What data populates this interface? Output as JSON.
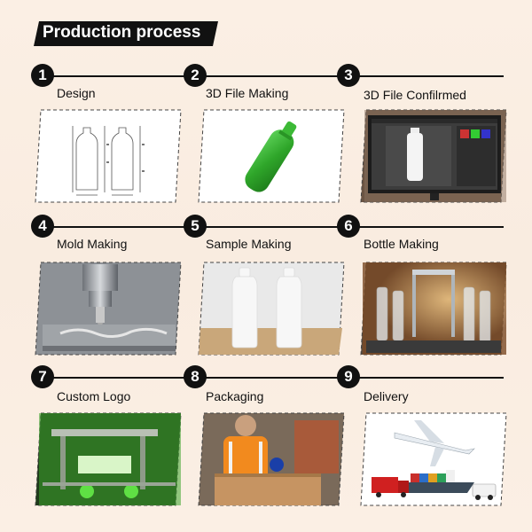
{
  "title": "Production process",
  "steps": [
    {
      "number": "1",
      "label": "Design"
    },
    {
      "number": "2",
      "label": "3D File Making"
    },
    {
      "number": "3",
      "label": "3D File Confilrmed"
    },
    {
      "number": "4",
      "label": "Mold Making"
    },
    {
      "number": "5",
      "label": "Sample Making"
    },
    {
      "number": "6",
      "label": "Bottle Making"
    },
    {
      "number": "7",
      "label": "Custom Logo"
    },
    {
      "number": "8",
      "label": "Packaging"
    },
    {
      "number": "9",
      "label": "Delivery"
    }
  ]
}
